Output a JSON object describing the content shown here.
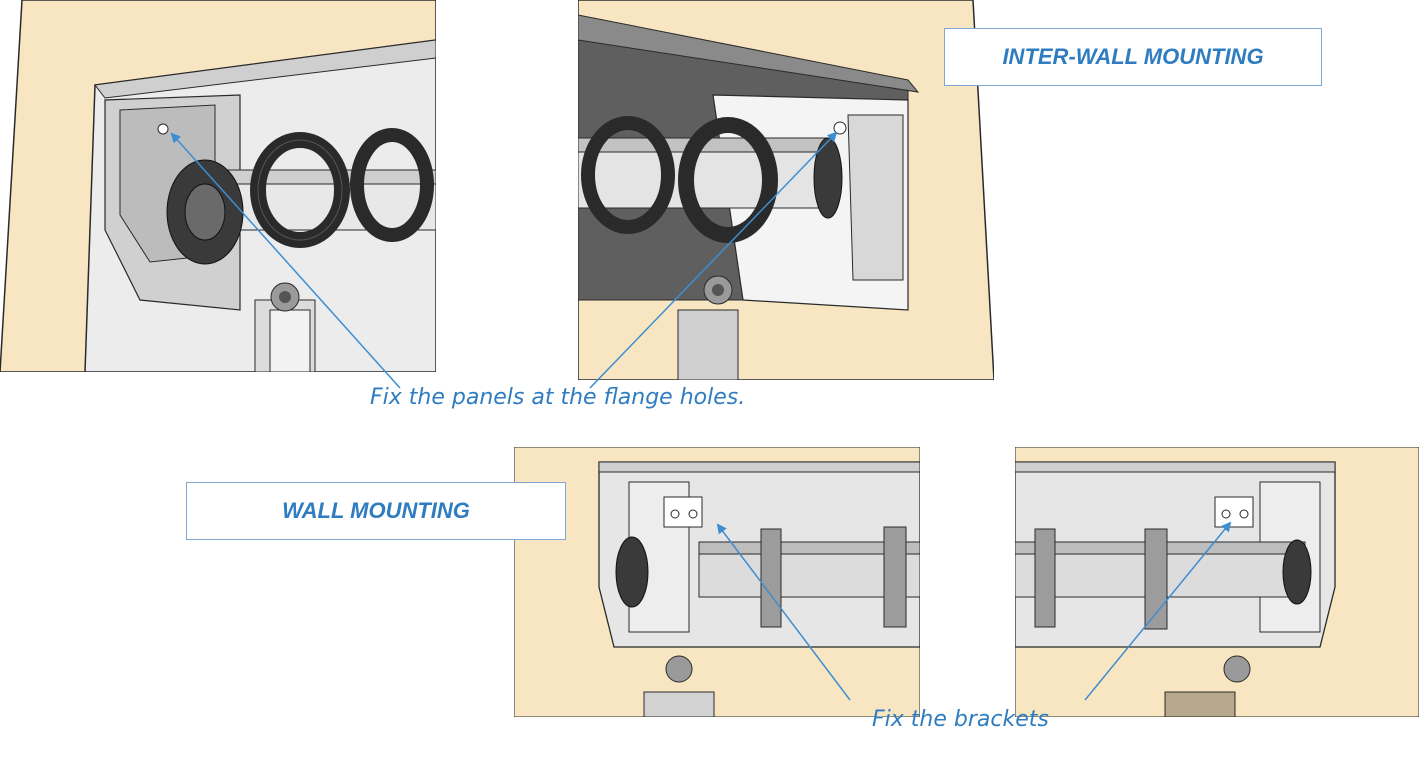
{
  "labels": {
    "inter_wall_title": "INTER-WALL MOUNTING",
    "wall_title": "WALL MOUNTING",
    "panels_caption": "Fix the panels at the flange holes.",
    "brackets_caption": "Fix the brackets"
  },
  "colors": {
    "wall": "#f8e6c2",
    "wall_dark": "#e8cfa3",
    "metal_light": "#e6e6e6",
    "metal_mid": "#bdbdbd",
    "metal_dark": "#5a5a5a",
    "outline": "#2a2a2a",
    "accent": "#2f7dc0",
    "leader": "#3d8ed1"
  }
}
